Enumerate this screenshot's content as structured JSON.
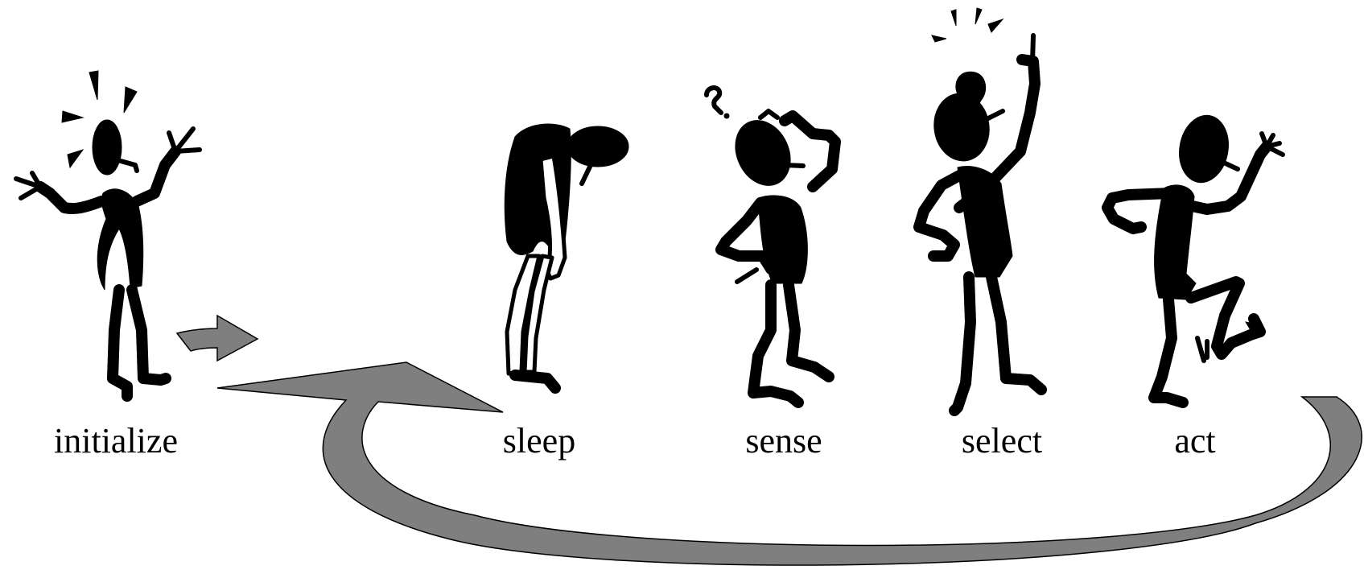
{
  "stages": [
    {
      "id": "initialize",
      "label": "initialize"
    },
    {
      "id": "sleep",
      "label": "sleep"
    },
    {
      "id": "sense",
      "label": "sense"
    },
    {
      "id": "select",
      "label": "select"
    },
    {
      "id": "act",
      "label": "act"
    }
  ],
  "colors": {
    "arrow_fill": "#7f7f7f",
    "figure": "#000000",
    "background": "#ffffff"
  }
}
